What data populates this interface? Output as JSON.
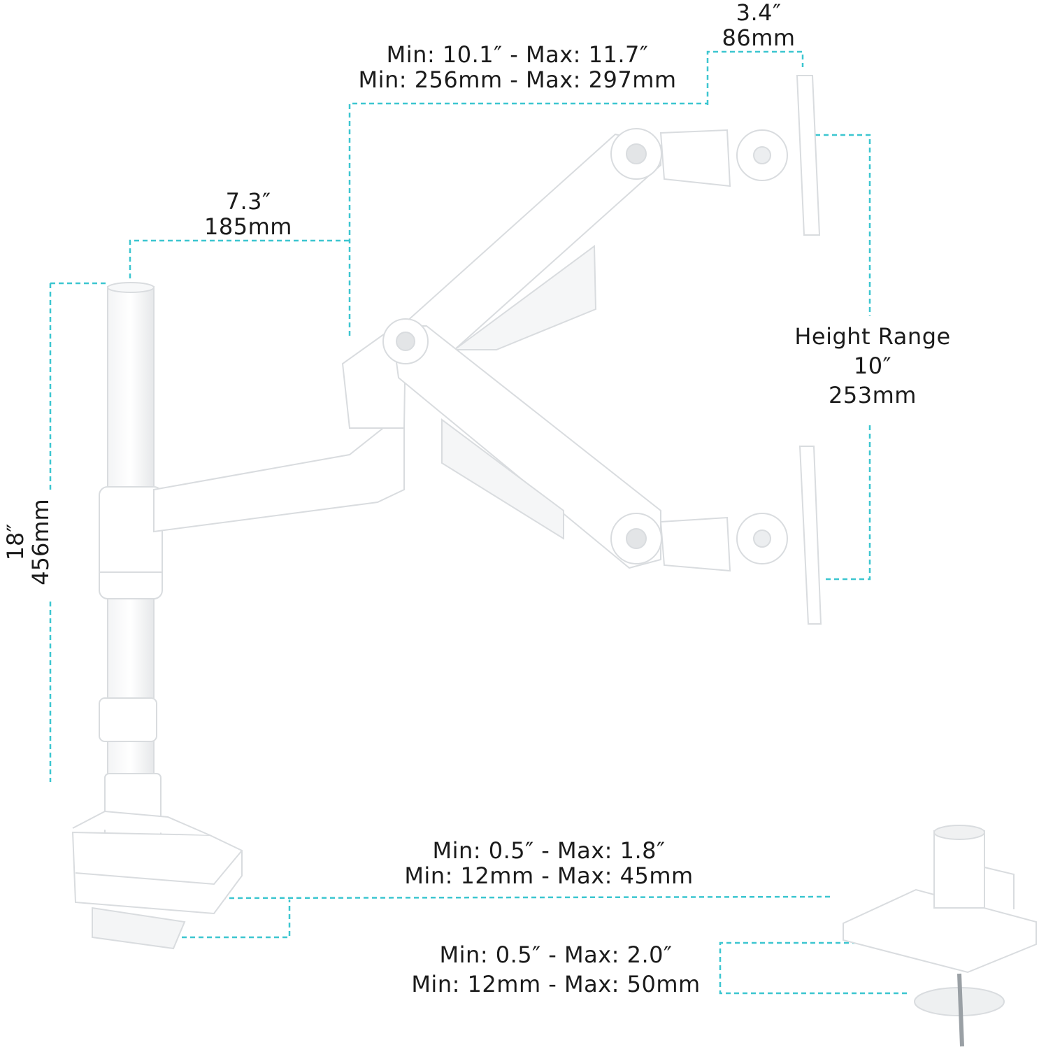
{
  "colors": {
    "dimension_line": "#3cc6d0",
    "product": "#ffffff",
    "outline": "#d9dcdf"
  },
  "dimensions": {
    "mount_offset": {
      "inch": "3.4″",
      "mm": "86mm"
    },
    "upper_arm": {
      "range_inch": "Min: 10.1″ - Max: 11.7″",
      "range_mm": "Min: 256mm - Max: 297mm"
    },
    "base_arm": {
      "inch": "7.3″",
      "mm": "185mm"
    },
    "height_range": {
      "title": "Height Range",
      "inch": "10″",
      "mm": "253mm"
    },
    "pole_height": {
      "inch": "18″",
      "mm": "456mm"
    },
    "clamp_thickness": {
      "range_inch": "Min: 0.5″ - Max: 1.8″",
      "range_mm": "Min: 12mm - Max: 45mm"
    },
    "grommet_thickness": {
      "range_inch": "Min: 0.5″ - Max: 2.0″",
      "range_mm": "Min: 12mm - Max: 50mm"
    }
  }
}
